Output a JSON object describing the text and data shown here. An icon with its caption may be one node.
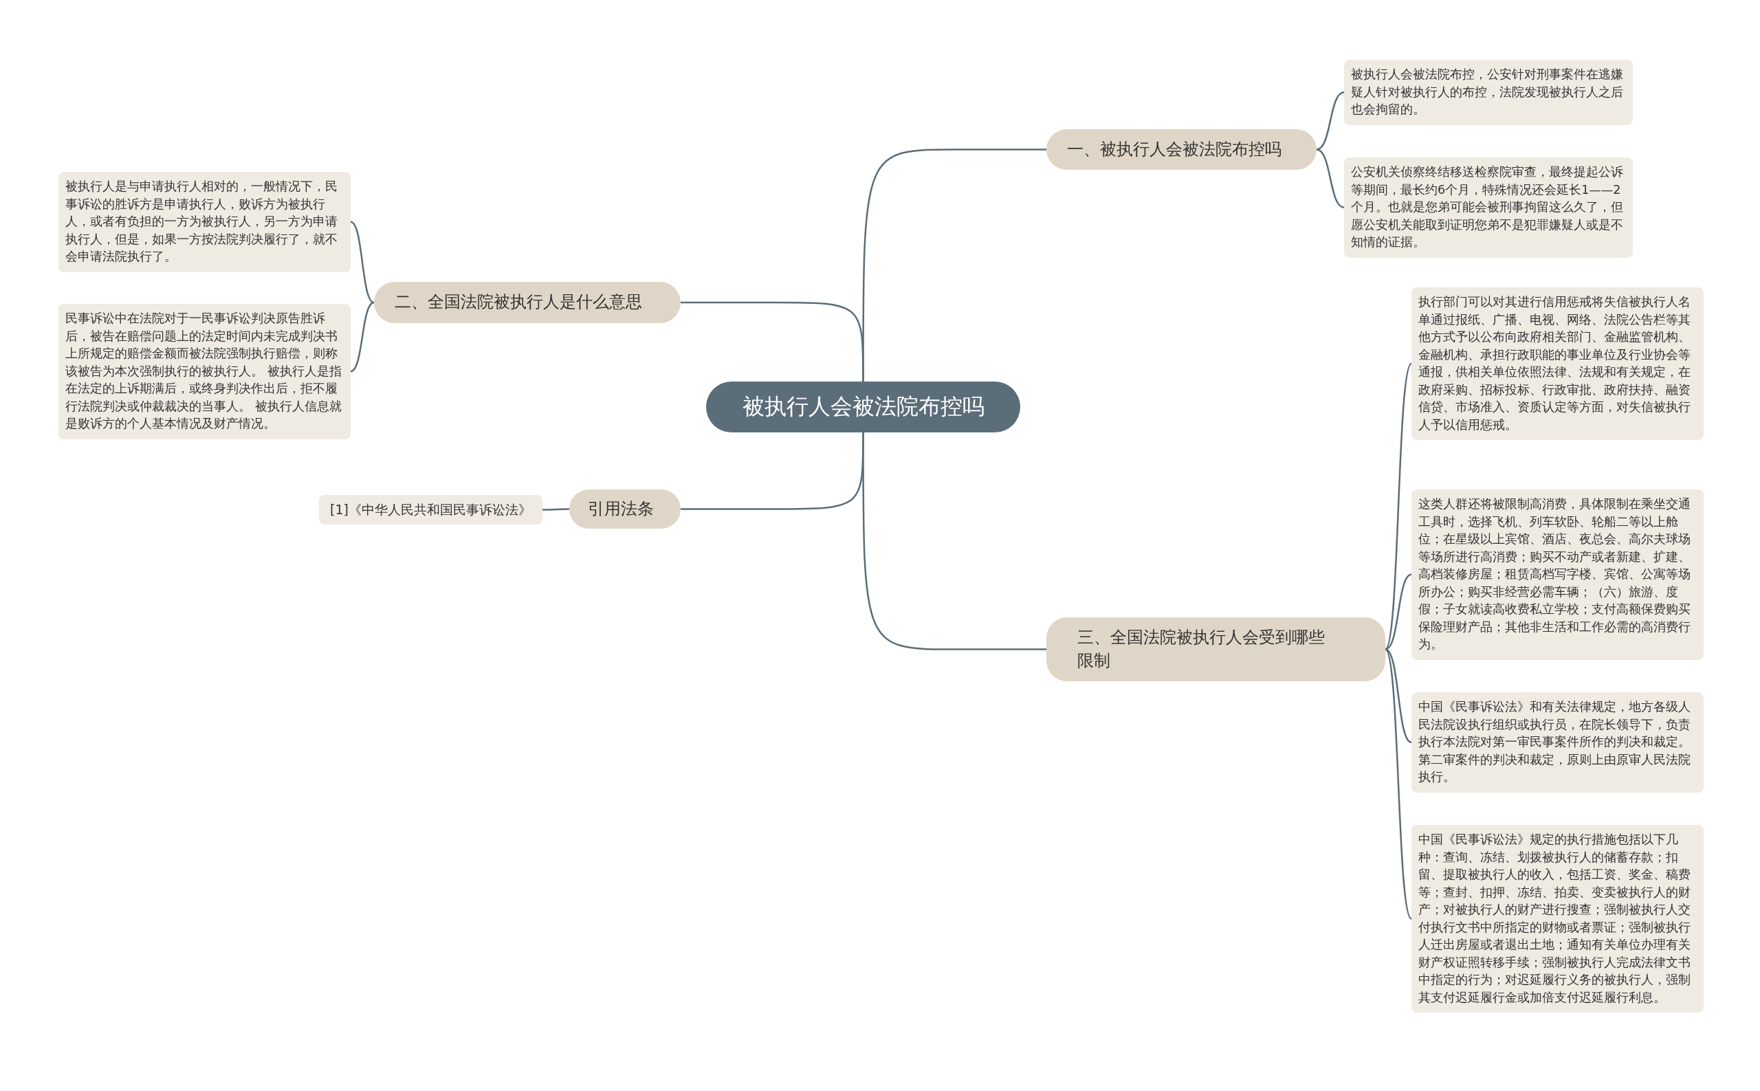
{
  "diagram": {
    "nodes": [
      {
        "text": [
          "被执行人会被法院布控吗"
        ]
      },
      {
        "text": [
          "一、被执行人会被法院布控吗"
        ]
      },
      {
        "text": [
          "被执行人会被法院布控，公安针对刑事案件在逃嫌疑人针对被执行人的布控，法院发现被执行人之后也会拘留的。"
        ]
      },
      {
        "text": [
          "公安机关侦察终结移送检察院审查，最终提起公诉等期间，最长约6个月，特殊情况还会延长1——2个月。也就是您弟可能会被刑事拘留这么久了，但愿公安机关能取到证明您弟不是犯罪嫌疑人或是不知情的证据。"
        ]
      },
      {
        "text": [
          "二、全国法院被执行人是什么意思"
        ]
      },
      {
        "text": [
          "被执行人是与申请执行人相对的，一般情况下，民事诉讼的胜诉方是申请执行人，败诉方为被执行人，或者有负担的一方为被执行人，另一方为申请执行人，但是，如果一方按法院判决履行了，就不会申请法院执行了。"
        ]
      },
      {
        "text": [
          "民事诉讼中在法院对于一民事诉讼判决原告胜诉后，被告在赔偿问题上的法定时间内未完成判决书上所规定的赔偿金额而被法院强制执行赔偿，则称该被告为本次强制执行的被执行人。 被执行人是指在法定的上诉期满后，或终身判决作出后，拒不履行法院判决或仲裁裁决的当事人。 被执行人信息就是败诉方的个人基本情况及财产情况。"
        ]
      },
      {
        "text": [
          "引用法条"
        ]
      },
      {
        "text": [
          "[1]《中华人民共和国民事诉讼法》"
        ]
      },
      {
        "text": [
          "三、全国法院被执行人会受到哪些限制"
        ]
      },
      {
        "text": [
          "执行部门可以对其进行信用惩戒将失信被执行人名单通过报纸、广播、电视、网络、法院公告栏等其他方式予以公布向政府相关部门、金融监管机构、金融机构、承担行政职能的事业单位及行业协会等通报，供相关单位依照法律、法规和有关规定，在政府采购、招标投标、行政审批、政府扶持、融资信贷、市场准入、资质认定等方面，对失信被执行人予以信用惩戒。"
        ]
      },
      {
        "text": [
          "这类人群还将被限制高消费，具体限制在乘坐交通工具时，选择飞机、列车软卧、轮船二等以上舱位；在星级以上宾馆、酒店、夜总会、高尔夫球场等场所进行高消费；购买不动产或者新建、扩建、高档装修房屋；租赁高档写字楼、宾馆、公寓等场所办公；购买非经营必需车辆；（六）旅游、度假；子女就读高收费私立学校；支付高额保费购买保险理财产品；其他非生活和工作必需的高消费行为。"
        ]
      },
      {
        "text": [
          "中国《民事诉讼法》和有关法律规定，地方各级人民法院设执行组织或执行员，在院长领导下，负责执行本法院对第一审民事案件所作的判决和裁定。第二审案件的判决和裁定，原则上由原审人民法院执行。"
        ]
      },
      {
        "text": [
          "中国《民事诉讼法》规定的执行措施包括以下几种：查询、冻结、划拨被执行人的储蓄存款；扣留、提取被执行人的收入，包括工资、奖金、稿费等；查封、扣押、冻结、拍卖、变卖被执行人的财产；对被执行人的财产进行搜查；强制被执行人交付执行文书中所指定的财物或者票证；强制被执行人迁出房屋或者退出土地；通知有关单位办理有关财产权证照转移手续；强制被执行人完成法律文书中指定的行为；对迟延履行义务的被执行人，强制其支付迟延履行金或加倍支付迟延履行利息。"
        ]
      }
    ],
    "edges": [
      {
        "from": 0,
        "to": 1,
        "arrow": "none"
      },
      {
        "from": 1,
        "to": 2,
        "arrow": "none"
      },
      {
        "from": 1,
        "to": 3,
        "arrow": "none"
      },
      {
        "from": 0,
        "to": 4,
        "arrow": "none"
      },
      {
        "from": 4,
        "to": 5,
        "arrow": "none"
      },
      {
        "from": 4,
        "to": 6,
        "arrow": "none"
      },
      {
        "from": 0,
        "to": 7,
        "arrow": "none"
      },
      {
        "from": 7,
        "to": 8,
        "arrow": "none"
      },
      {
        "from": 0,
        "to": 9,
        "arrow": "none"
      },
      {
        "from": 9,
        "to": 10,
        "arrow": "none"
      },
      {
        "from": 9,
        "to": 11,
        "arrow": "none"
      },
      {
        "from": 9,
        "to": 12,
        "arrow": "none"
      },
      {
        "from": 9,
        "to": 13,
        "arrow": "none"
      }
    ]
  }
}
